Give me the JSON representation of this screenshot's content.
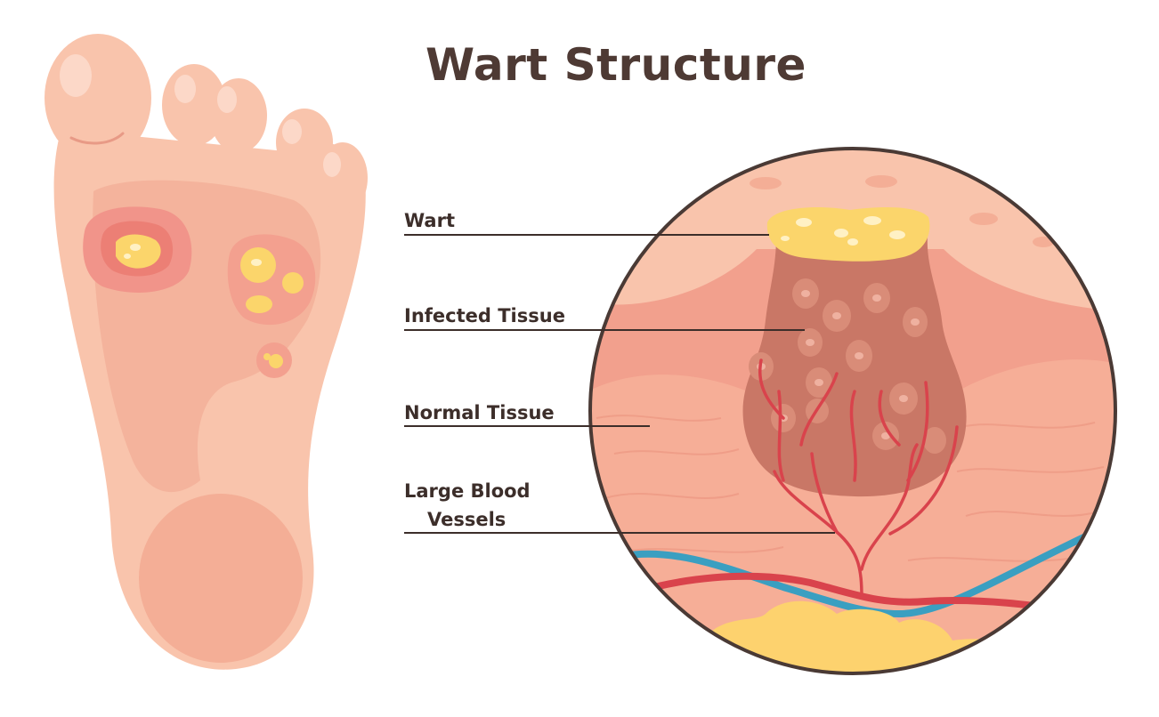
{
  "diagram": {
    "title": "Wart Structure",
    "labels": {
      "wart": "Wart",
      "infected_tissue": "Infected Tissue",
      "normal_tissue": "Normal Tissue",
      "blood_vessels_line1": "Large Blood",
      "blood_vessels_line2": "Vessels"
    }
  },
  "colors": {
    "title": "#4e3a34",
    "skin_light": "#f9c4ac",
    "skin_mid": "#f4a78e",
    "skin_dark": "#ec8f7c",
    "wart_core": "#c97766",
    "wart_cap": "#fbd56b",
    "vessel_red": "#d9434c",
    "vessel_blue": "#3a9fc1",
    "fat_yellow": "#fdd26e",
    "outline": "#4a3a35"
  }
}
